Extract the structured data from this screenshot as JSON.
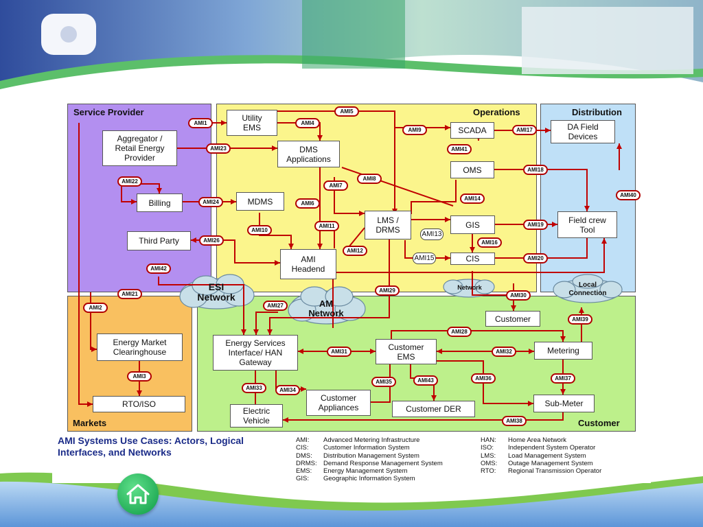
{
  "zones": [
    {
      "id": "service-provider",
      "label": "Service Provider",
      "color": "#b38ff0"
    },
    {
      "id": "operations",
      "label": "Operations",
      "color": "#fbf58c"
    },
    {
      "id": "distribution",
      "label": "Distribution",
      "color": "#bfe0f7"
    },
    {
      "id": "markets",
      "label": "Markets",
      "color": "#f9c060"
    },
    {
      "id": "customer",
      "label": "Customer",
      "color": "#bdf08b"
    }
  ],
  "nodes": [
    {
      "id": "utility-ems",
      "label": "Utility\nEMS"
    },
    {
      "id": "aggregator",
      "label": "Aggregator /\nRetail Energy\nProvider"
    },
    {
      "id": "dms",
      "label": "DMS\nApplications"
    },
    {
      "id": "scada",
      "label": "SCADA"
    },
    {
      "id": "da-field",
      "label": "DA Field\nDevices"
    },
    {
      "id": "oms",
      "label": "OMS"
    },
    {
      "id": "billing",
      "label": "Billing"
    },
    {
      "id": "mdms",
      "label": "MDMS"
    },
    {
      "id": "lms",
      "label": "LMS /\nDRMS"
    },
    {
      "id": "gis",
      "label": "GIS"
    },
    {
      "id": "field-crew",
      "label": "Field crew\nTool"
    },
    {
      "id": "third-party",
      "label": "Third Party"
    },
    {
      "id": "ami-headend",
      "label": "AMI\nHeadend"
    },
    {
      "id": "cis",
      "label": "CIS"
    },
    {
      "id": "customer",
      "label": "Customer"
    },
    {
      "id": "energy-market",
      "label": "Energy Market\nClearinghouse"
    },
    {
      "id": "esi",
      "label": "Energy Services\nInterface/ HAN\nGateway"
    },
    {
      "id": "customer-ems",
      "label": "Customer\nEMS"
    },
    {
      "id": "metering",
      "label": "Metering"
    },
    {
      "id": "rto-iso",
      "label": "RTO/ISO"
    },
    {
      "id": "customer-appliances",
      "label": "Customer\nAppliances"
    },
    {
      "id": "customer-der",
      "label": "Customer DER"
    },
    {
      "id": "sub-meter",
      "label": "Sub-Meter"
    },
    {
      "id": "electric-vehicle",
      "label": "Electric\nVehicle"
    }
  ],
  "interfaces": [
    "AMI1",
    "AMI2",
    "AMI3",
    "AMI4",
    "AMI5",
    "AMI6",
    "AMI7",
    "AMI8",
    "AMI9",
    "AMI10",
    "AMI11",
    "AMI12",
    "AMI13",
    "AMI14",
    "AMI15",
    "AMI16",
    "AMI17",
    "AMI18",
    "AMI19",
    "AMI20",
    "AMI21",
    "AMI22",
    "AMI23",
    "AMI24",
    "AMI26",
    "AMI27",
    "AMI28",
    "AMI29",
    "AMI30",
    "AMI31",
    "AMI32",
    "AMI33",
    "AMI34",
    "AMI35",
    "AMI36",
    "AMI37",
    "AMI38",
    "AMI39",
    "AMI40",
    "AMI41",
    "AMI42",
    "AMI43"
  ],
  "networks": [
    {
      "id": "esi-network",
      "label": "ESI\nNetwork"
    },
    {
      "id": "am-network",
      "label": "AM\nNetwork"
    },
    {
      "id": "network",
      "label": "Network"
    },
    {
      "id": "local-connection",
      "label": "Local\nConnection"
    }
  ],
  "caption": "AMI Systems Use Cases: Actors, Logical Interfaces, and Networks",
  "legend_left": [
    {
      "abbr": "AMI:",
      "text": "Advanced Metering Infrastructure"
    },
    {
      "abbr": "CIS:",
      "text": "Customer Information System"
    },
    {
      "abbr": "DMS:",
      "text": "Distribution Management System"
    },
    {
      "abbr": "DRMS:",
      "text": "Demand Response Management System"
    },
    {
      "abbr": "EMS:",
      "text": "Energy Management System"
    },
    {
      "abbr": "GIS:",
      "text": "Geographic Information System"
    }
  ],
  "legend_right": [
    {
      "abbr": "HAN:",
      "text": "Home Area Network"
    },
    {
      "abbr": "ISO:",
      "text": "Independent System Operator"
    },
    {
      "abbr": "LMS:",
      "text": "Load Management System"
    },
    {
      "abbr": "OMS:",
      "text": "Outage Management System"
    },
    {
      "abbr": "RTO:",
      "text": "Regional Transmission Operator"
    }
  ],
  "icons": {
    "home": "home-icon"
  },
  "colors": {
    "link": "#c00000",
    "caption": "#1a2b88"
  }
}
